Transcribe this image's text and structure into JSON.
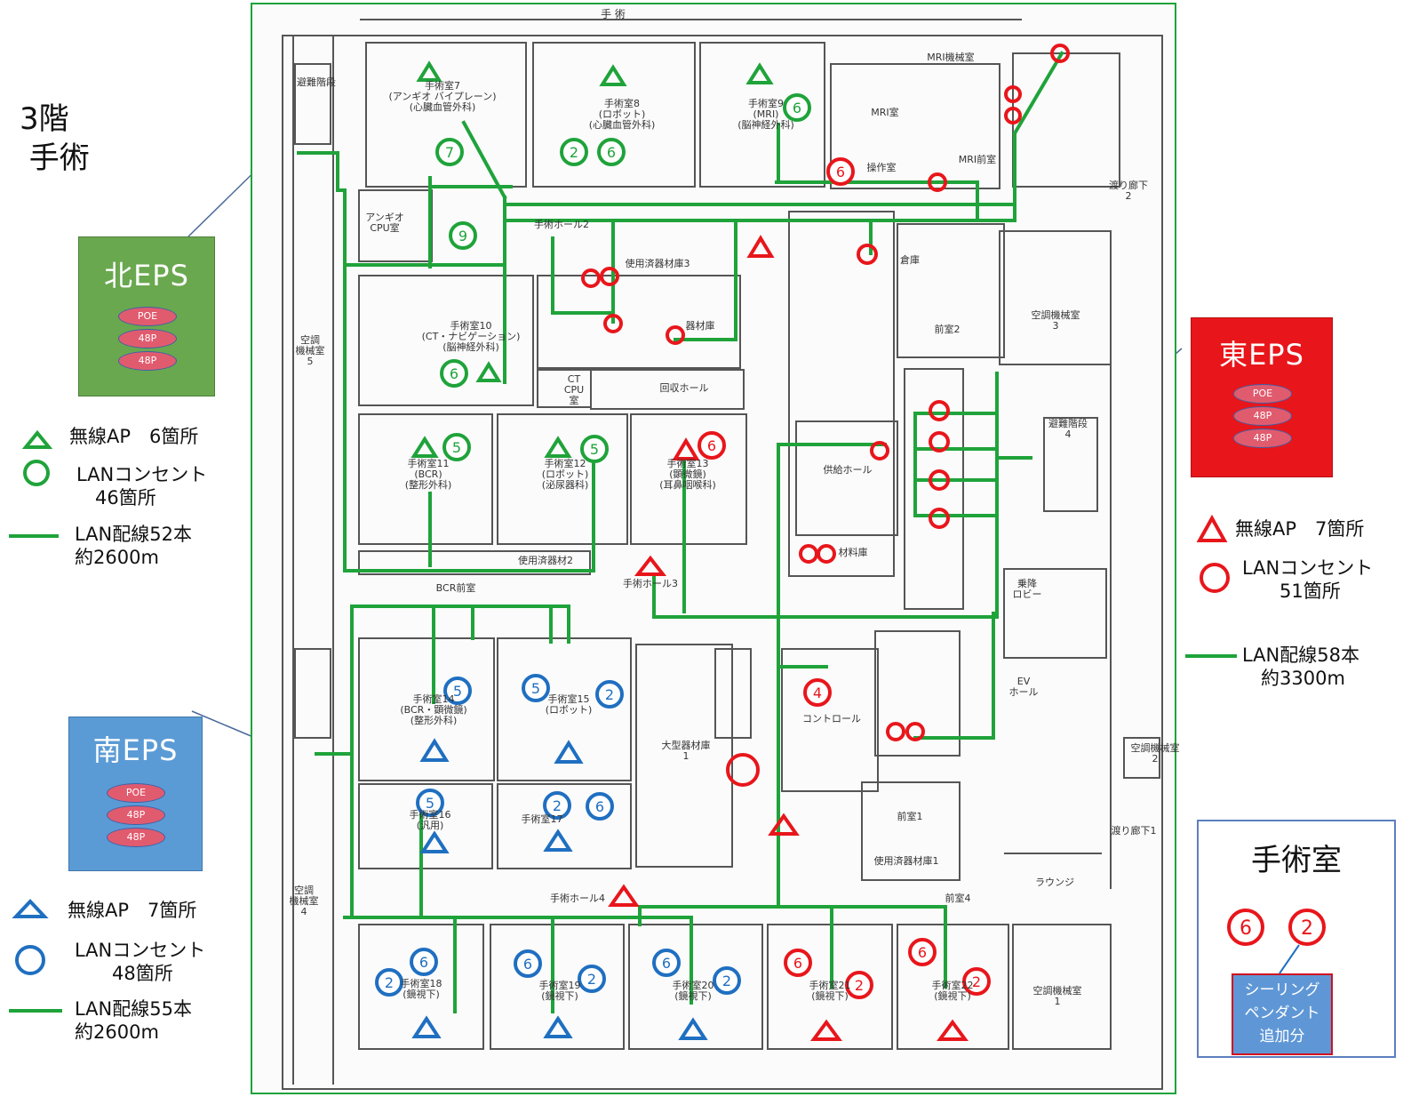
{
  "floor": {
    "label": "3階\n 手術"
  },
  "header_label": "手 術",
  "eps": {
    "north": {
      "title": "北EPS",
      "color": "#6aa84f",
      "ports": [
        "POE",
        "48P",
        "48P"
      ]
    },
    "east": {
      "title": "東EPS",
      "color": "#e8161b",
      "ports": [
        "POE",
        "48P",
        "48P"
      ]
    },
    "south": {
      "title": "南EPS",
      "color": "#5b9bd5",
      "ports": [
        "POE",
        "48P",
        "48P"
      ]
    }
  },
  "legends": {
    "north": {
      "color": "#1fa33a",
      "ap": "無線AP　6箇所",
      "outlet": "LANコンセント\n　46箇所",
      "cable": "LAN配線52本\n約2600m"
    },
    "east": {
      "color": "#e8161b",
      "ap": "無線AP　7箇所",
      "outlet": "LANコンセント\n　　51箇所",
      "cable": "LAN配線58本\n　約3300m"
    },
    "south": {
      "color": "#1f6fc1",
      "ap": "無線AP　7箇所",
      "outlet": "LANコンセント\n　　48箇所",
      "cable": "LAN配線55本\n約2600m"
    }
  },
  "room_key": {
    "title": "手術室",
    "outlet_a": "6",
    "outlet_b": "2",
    "pendant_note": "シーリング\nペンダント\n追加分"
  },
  "rooms": [
    {
      "name": "手術室7\n(アンギオ バイプレーン)\n(心臓血管外科)"
    },
    {
      "name": "手術室8\n(ロボット)\n(心臓血管外科)"
    },
    {
      "name": "手術室9\n(MRI)\n(脳神経外科)"
    },
    {
      "name": "MRI機械室"
    },
    {
      "name": "MRI室"
    },
    {
      "name": "操作室"
    },
    {
      "name": "MRI前室"
    },
    {
      "name": "アンギオ\nCPU室"
    },
    {
      "name": "手術ホール2"
    },
    {
      "name": "使用済器材庫3"
    },
    {
      "name": "器材庫"
    },
    {
      "name": "手術室10\n(CT・ナビゲーション)\n(脳神経外科)"
    },
    {
      "name": "CT\nCPU\n室"
    },
    {
      "name": "回収ホール"
    },
    {
      "name": "手術室11\n(BCR)\n(整形外科)"
    },
    {
      "name": "手術室12\n(ロボット)\n(泌尿器科)"
    },
    {
      "name": "手術室13\n(顕微鏡)\n(耳鼻咽喉科)"
    },
    {
      "name": "使用済器材2"
    },
    {
      "name": "BCR前室"
    },
    {
      "name": "手術ホール3"
    },
    {
      "name": "供給ホール"
    },
    {
      "name": "材料庫"
    },
    {
      "name": "前室2"
    },
    {
      "name": "倉庫"
    },
    {
      "name": "空調\n機械室\n5"
    },
    {
      "name": "空調機械室\n3"
    },
    {
      "name": "避難階段\n4"
    },
    {
      "name": "乗降\nロビー"
    },
    {
      "name": "EV\nホール"
    },
    {
      "name": "手術室14\n(BCR・顕微鏡)\n(整形外科)"
    },
    {
      "name": "手術室15\n(ロボット)"
    },
    {
      "name": "大型器材庫\n1"
    },
    {
      "name": "コントロール"
    },
    {
      "name": "手術室16\n(汎用)"
    },
    {
      "name": "手術室17"
    },
    {
      "name": "前室1"
    },
    {
      "name": "使用済器材庫1"
    },
    {
      "name": "手術ホール4"
    },
    {
      "name": "ラウンジ"
    },
    {
      "name": "渡り廊下1"
    },
    {
      "name": "前室4"
    },
    {
      "name": "空調\n機械室\n4"
    },
    {
      "name": "手術室18\n(鏡視下)"
    },
    {
      "name": "手術室19\n(鏡視下)"
    },
    {
      "name": "手術室20\n(鏡視下)"
    },
    {
      "name": "手術室21\n(鏡視下)"
    },
    {
      "name": "手術室22\n(鏡視下)"
    },
    {
      "name": "空調機械室\n1"
    },
    {
      "name": "空調機械室\n2"
    },
    {
      "name": "渡り廊下\n2"
    },
    {
      "name": "避難階段"
    }
  ],
  "markers": {
    "outlet_counts": [
      "7",
      "2",
      "6",
      "6",
      "9",
      "6",
      "5",
      "5",
      "6",
      "5",
      "5",
      "2",
      "5",
      "2",
      "6",
      "6",
      "2",
      "6",
      "2",
      "6",
      "2",
      "6",
      "2",
      "6",
      "2",
      "4",
      "6"
    ]
  }
}
